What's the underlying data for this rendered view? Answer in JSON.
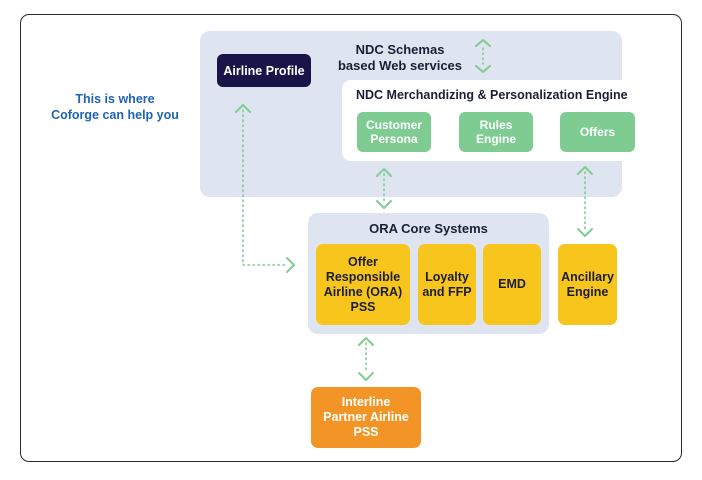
{
  "help_text": "This is where\nCoforge can help you",
  "ndc_title": "NDC Schemas\nbased Web services",
  "airline_profile": "Airline Profile",
  "merch_title": "NDC Merchandizing & Personalization Engine",
  "merch_items": [
    "Customer\nPersona",
    "Rules\nEngine",
    "Offers"
  ],
  "ora_title": "ORA Core Systems",
  "ora_items": [
    "Offer\nResponsible\nAirline (ORA)\nPSS",
    "Loyalty\nand FFP",
    "EMD"
  ],
  "ancillary": "Ancillary\nEngine",
  "interline": "Interline\nPartner Airline\nPSS",
  "colors": {
    "navy": "#1a1548",
    "panel": "#dfe4f1",
    "green": "#7fcc92",
    "yellow": "#f8c51c",
    "orange": "#f39526",
    "accent_blue": "#1f63b6",
    "connector": "#7fcc92"
  }
}
